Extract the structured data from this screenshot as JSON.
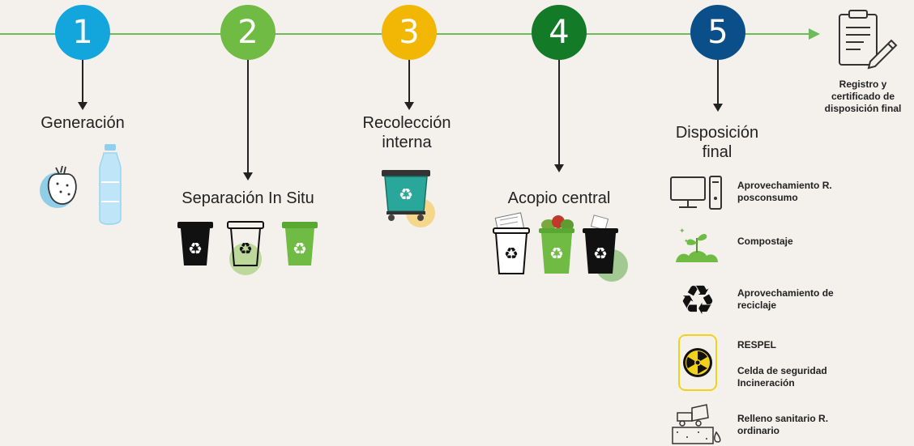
{
  "steps": [
    {
      "number": "1",
      "title": "Generación",
      "color": "#12a6dc"
    },
    {
      "number": "2",
      "title": "Separación In Situ",
      "color": "#6fbb44"
    },
    {
      "number": "3",
      "title": "Recolección interna",
      "color": "#f2b705"
    },
    {
      "number": "4",
      "title": "Acopio central",
      "color": "#137a28"
    },
    {
      "number": "5",
      "title": "Disposición final",
      "color": "#0b4f8a"
    }
  ],
  "certificate": {
    "label": "Registro y certificado de disposición final",
    "icon": "clipboard-pen-icon"
  },
  "final_options": [
    {
      "icon": "computer-icon",
      "label": "Aprovechamiento R. posconsumo"
    },
    {
      "icon": "compost-plant-icon",
      "label": "Compostaje"
    },
    {
      "icon": "recycle-icon",
      "label": "Aprovechamiento de reciclaje"
    },
    {
      "icon": "radiation-icon",
      "label": "RESPEL",
      "sublabel": "Celda de seguridad Incineración"
    },
    {
      "icon": "landfill-truck-icon",
      "label": "Relleno sanitario R. ordinario"
    }
  ]
}
